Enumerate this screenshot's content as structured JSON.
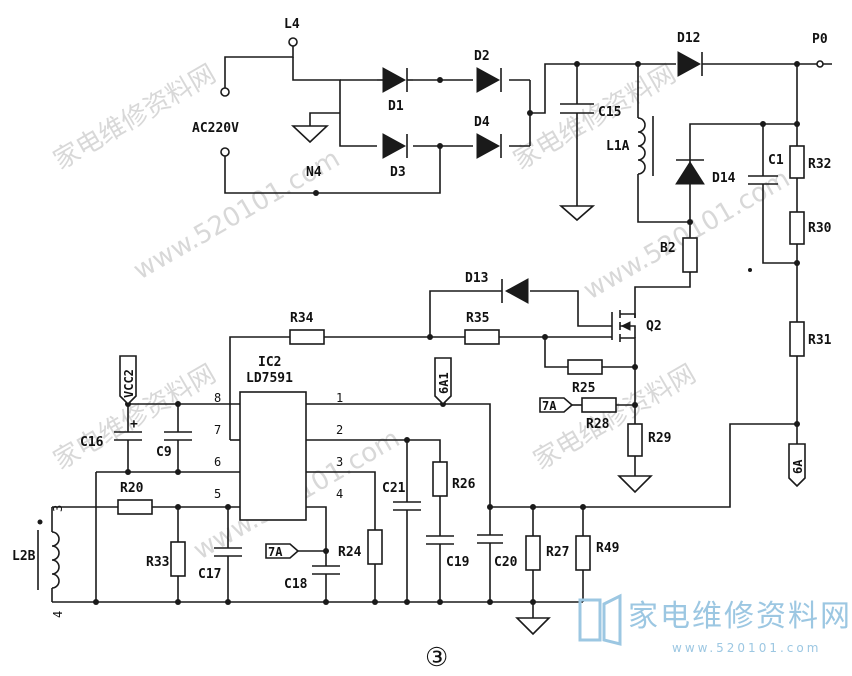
{
  "labels": {
    "ac_input": "AC220V",
    "L4": "L4",
    "N4": "N4",
    "D1": "D1",
    "D2": "D2",
    "D3": "D3",
    "D4": "D4",
    "C15": "C15",
    "L1A": "L1A",
    "D12": "D12",
    "P0": "P0",
    "D14": "D14",
    "C1": "C1",
    "R32": "R32",
    "R30": "R30",
    "B2": "B2",
    "D13": "D13",
    "R34": "R34",
    "R35": "R35",
    "Q2": "Q2",
    "R31": "R31",
    "R25": "R25",
    "R28": "R28",
    "R29": "R29",
    "IC2": "IC2",
    "LD7591": "LD7591",
    "VCC2": "VCC2",
    "6A1": "6A1",
    "7A": "7A",
    "6A": "6A",
    "C16": "C16",
    "C9": "C9",
    "R20": "R20",
    "R33": "R33",
    "C17": "C17",
    "C18": "C18",
    "R24": "R24",
    "C21": "C21",
    "R26": "R26",
    "C19": "C19",
    "C20": "C20",
    "R27": "R27",
    "R49": "R49",
    "L2B": "L2B",
    "pin1": "1",
    "pin2": "2",
    "pin3": "3",
    "pin4": "4",
    "pin5": "5",
    "pin6": "6",
    "pin7": "7",
    "pin8": "8",
    "l2b_top": "3",
    "l2b_bot": "4",
    "plus": "+",
    "figure_number": "③"
  },
  "watermark": {
    "site_cn": "家电维修资料网",
    "site_url": "www.520101.com",
    "brand_cn": "家电维修资料网",
    "brand_url": "www.520101.com"
  },
  "colors": {
    "line": "#1a1a1a",
    "brand": "#9cc7e2",
    "watermark": "#d8d8d8"
  }
}
